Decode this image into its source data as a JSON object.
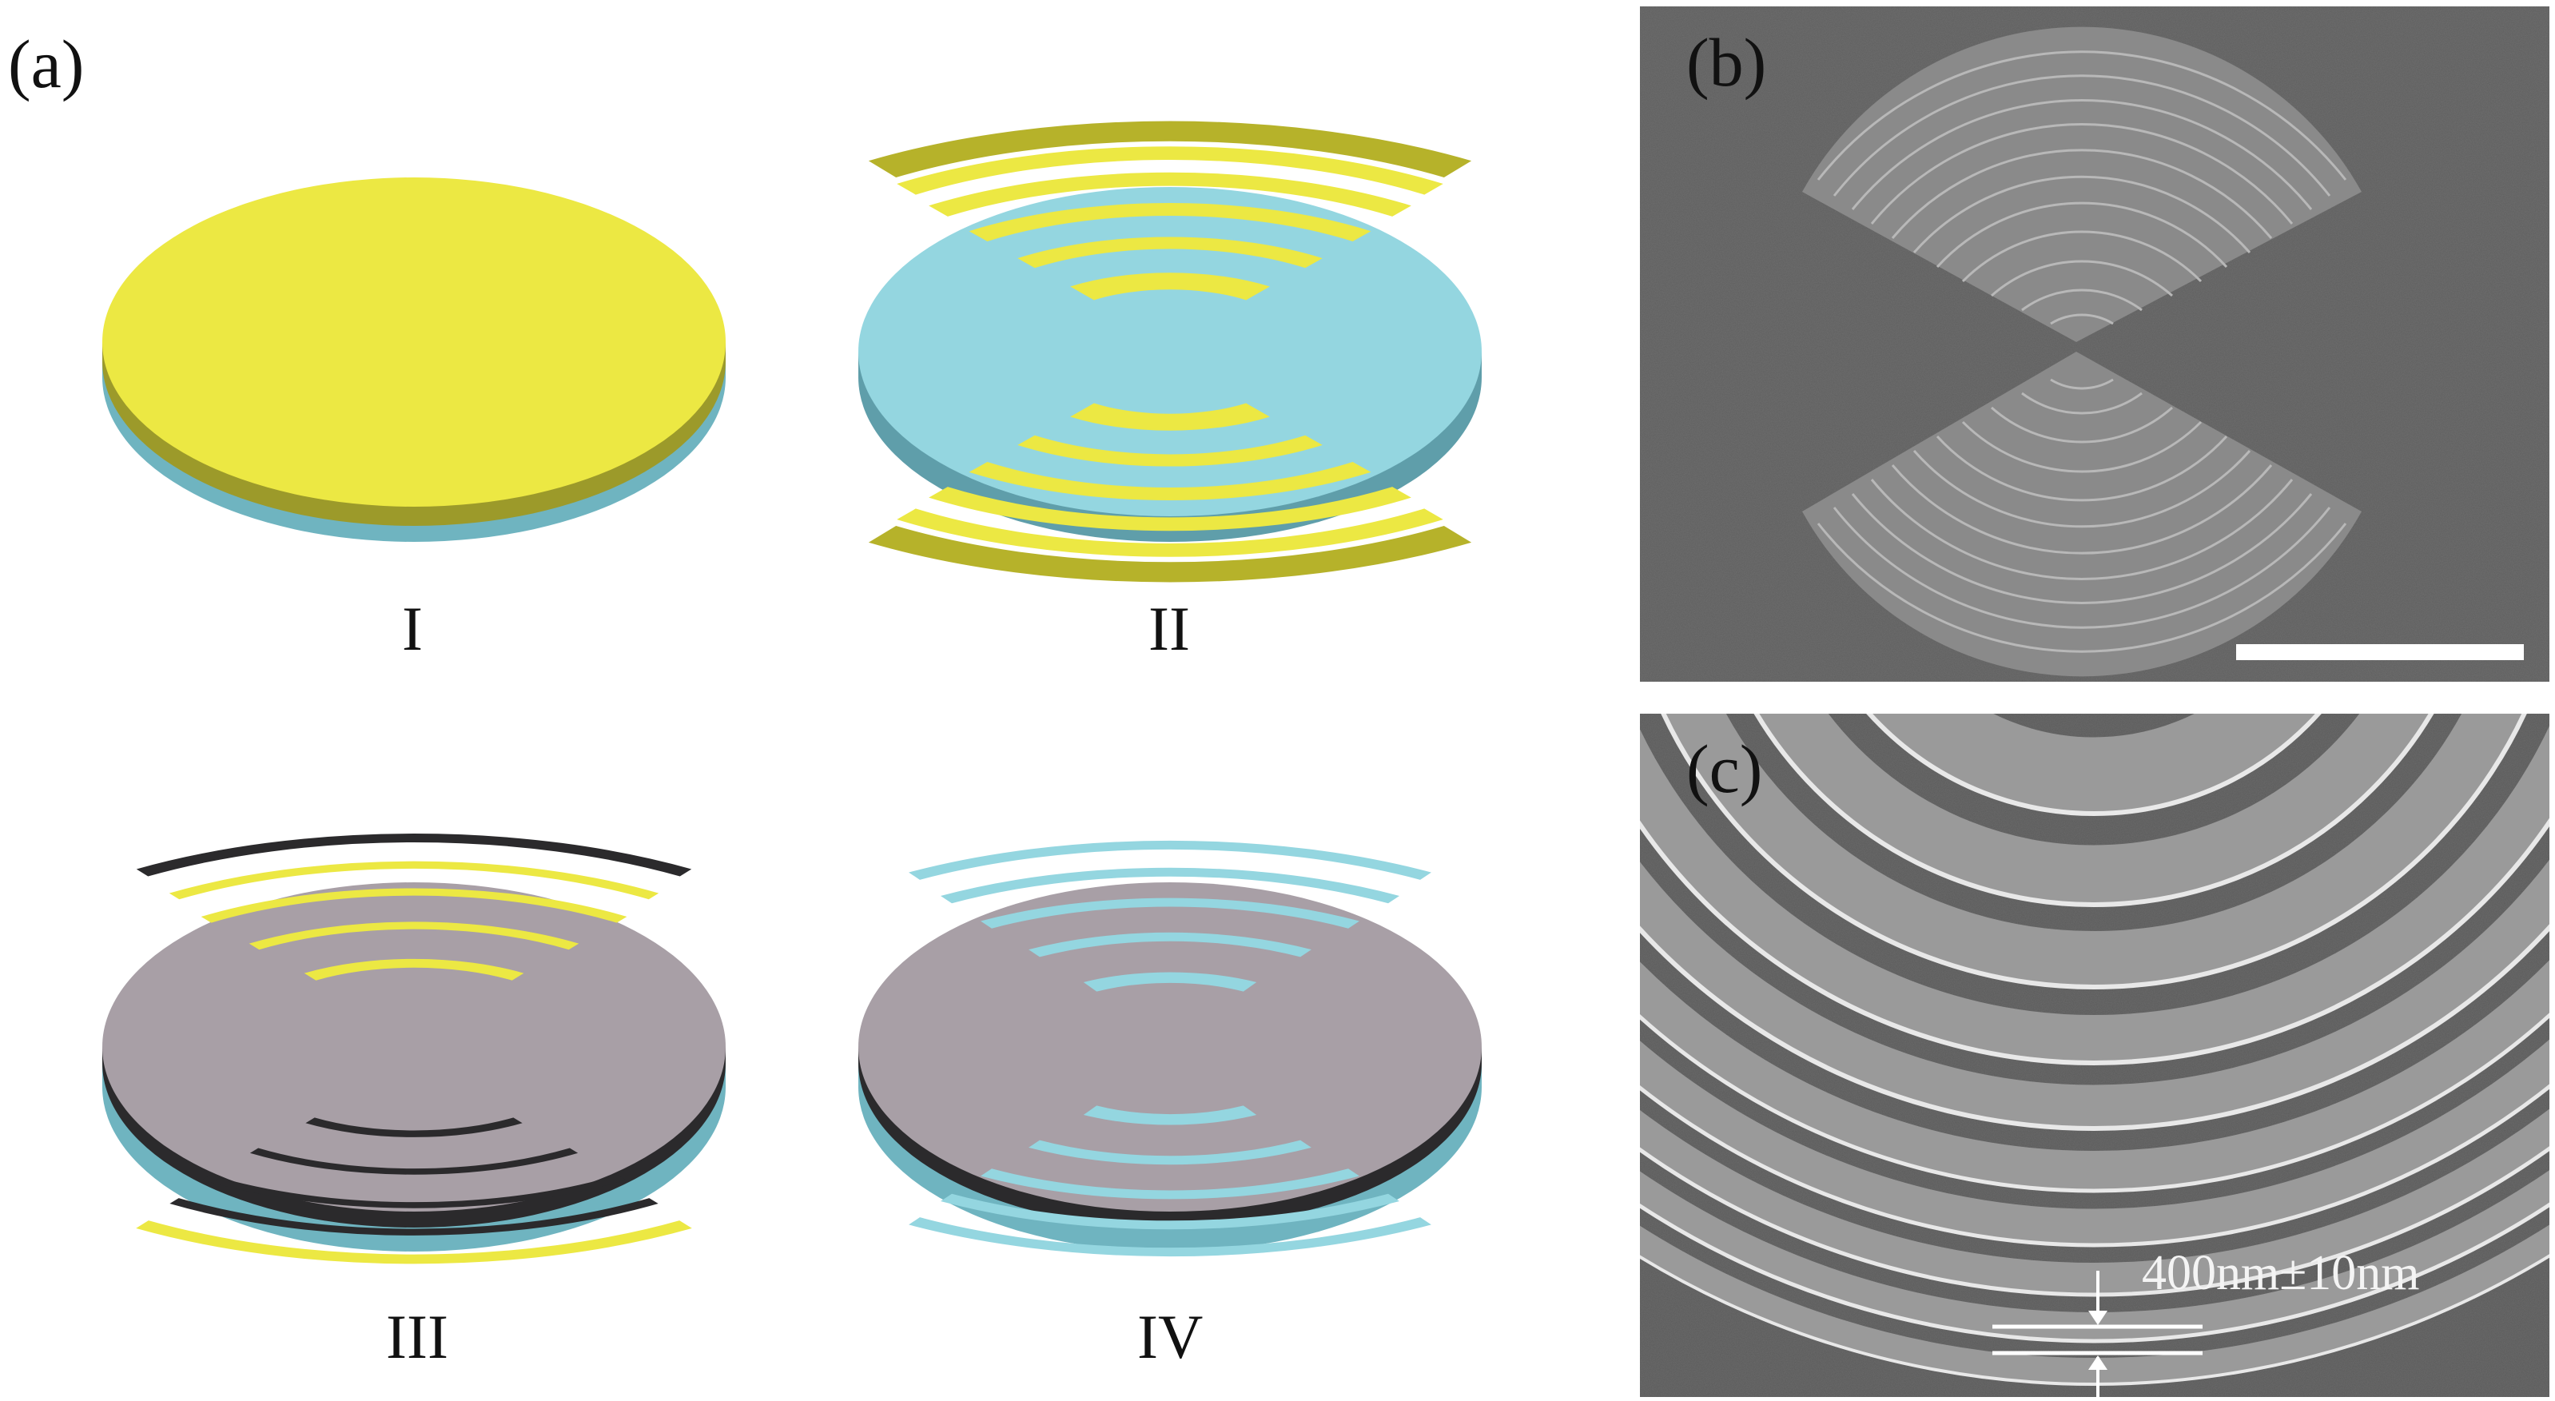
{
  "figure": {
    "panel_a": {
      "label": "(a)"
    },
    "panel_b": {
      "label": "(b)"
    },
    "panel_c": {
      "label": "(c)"
    },
    "steps": [
      {
        "numeral": "I"
      },
      {
        "numeral": "II"
      },
      {
        "numeral": "III"
      },
      {
        "numeral": "IV"
      }
    ],
    "measurement": "400nm±10nm"
  },
  "colors": {
    "gold": "#ece843",
    "gold_dark": "#b6b22a",
    "substrate": "#94d6e0",
    "substrate_side": "#6fb4c0",
    "resist": "#a89fa6",
    "resist_side": "#2b2a2c",
    "sem_bg": "#5e5e5e",
    "sem_zoom_bg": "#5a5a5a"
  }
}
